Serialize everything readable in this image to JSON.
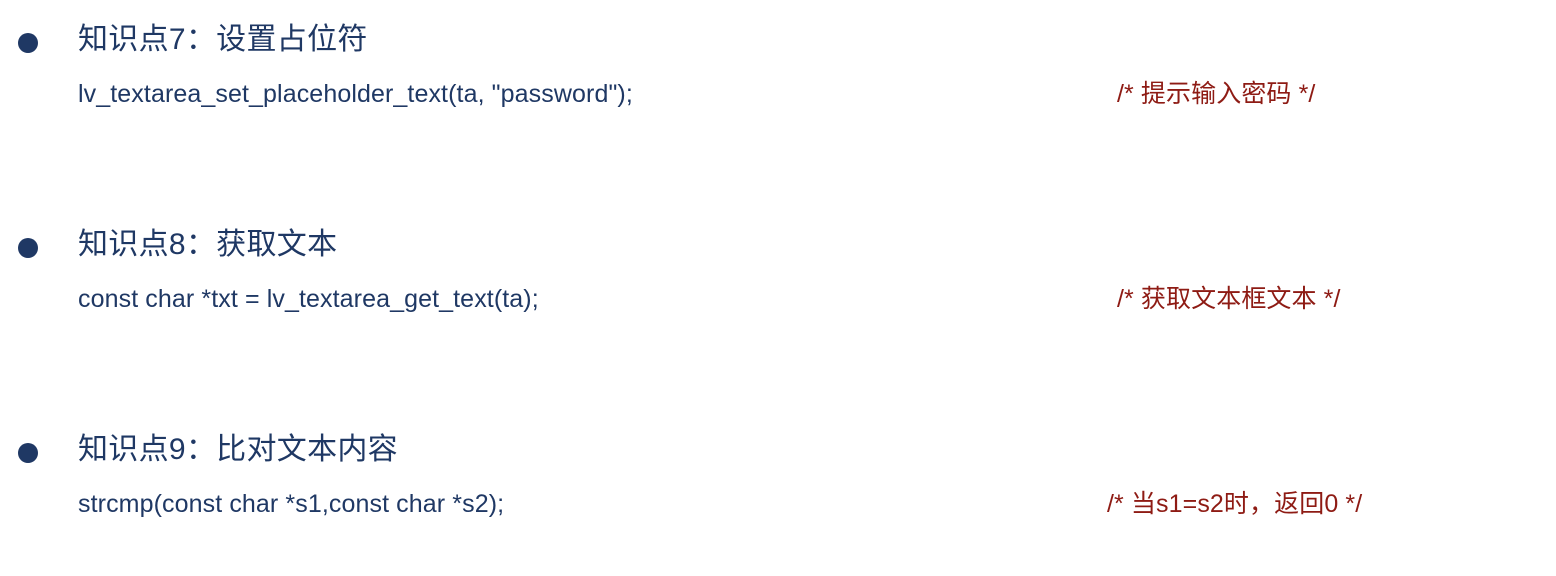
{
  "slide": {
    "background_color": "#FFFFFF",
    "text_color": "#1F3864",
    "comment_color": "#8E1B14",
    "bullet_color": "#1F3864"
  },
  "blocks": [
    {
      "bullet": "•",
      "title": "知识点7：设置占位符",
      "code": "lv_textarea_set_placeholder_text(ta, \"password\");",
      "comment": "/* 提示输入密码 */"
    },
    {
      "bullet": "•",
      "title": "知识点8：获取文本",
      "code": "const char *txt = lv_textarea_get_text(ta);",
      "comment": "/* 获取文本框文本 */"
    },
    {
      "bullet": "•",
      "title": "知识点9：比对文本内容",
      "code": "strcmp(const char *s1,const char *s2);",
      "comment": "/* 当s1=s2时，返回0 */"
    }
  ]
}
